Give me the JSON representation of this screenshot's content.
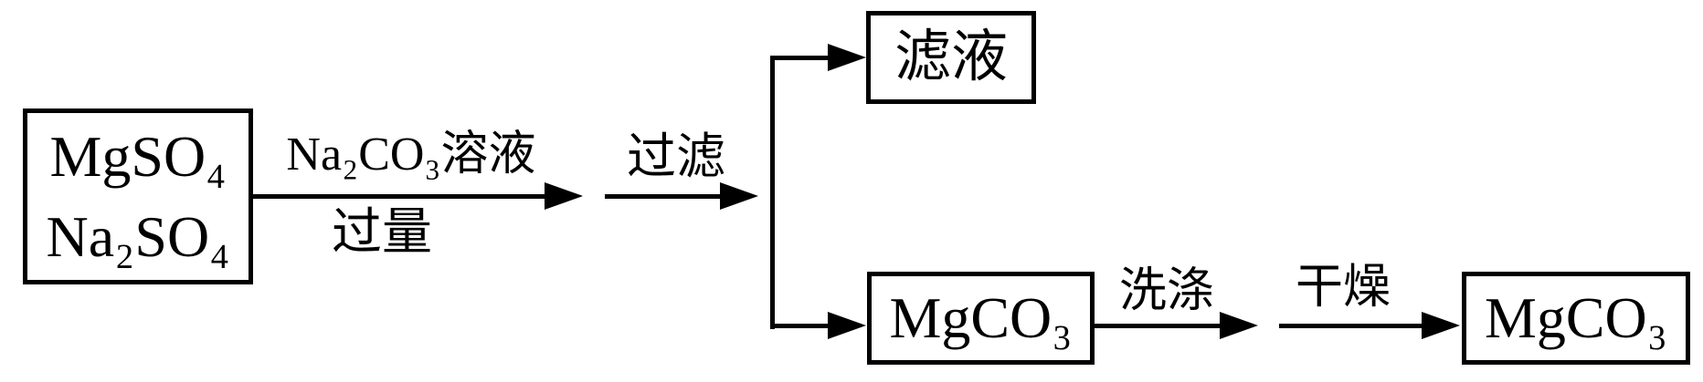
{
  "diagram": {
    "title": "MgCO3 preparation flow (separation of MgSO4 from Na2SO4)",
    "colors": {
      "line": "#000000",
      "text": "#000000",
      "background": "#ffffff"
    },
    "boxes": {
      "source": {
        "lines": [
          "MgSO₄",
          "Na₂SO₄"
        ]
      },
      "filtrate": {
        "label": "滤液"
      },
      "precipitate": {
        "label": "MgCO₃"
      },
      "product": {
        "label": "MgCO₃"
      }
    },
    "arrows": {
      "add_reagent": {
        "label_above": "Na₂CO₃溶液",
        "label_below": "过量"
      },
      "filter": {
        "label": "过滤"
      },
      "wash": {
        "label": "洗涤"
      },
      "dry": {
        "label": "干燥"
      }
    }
  }
}
